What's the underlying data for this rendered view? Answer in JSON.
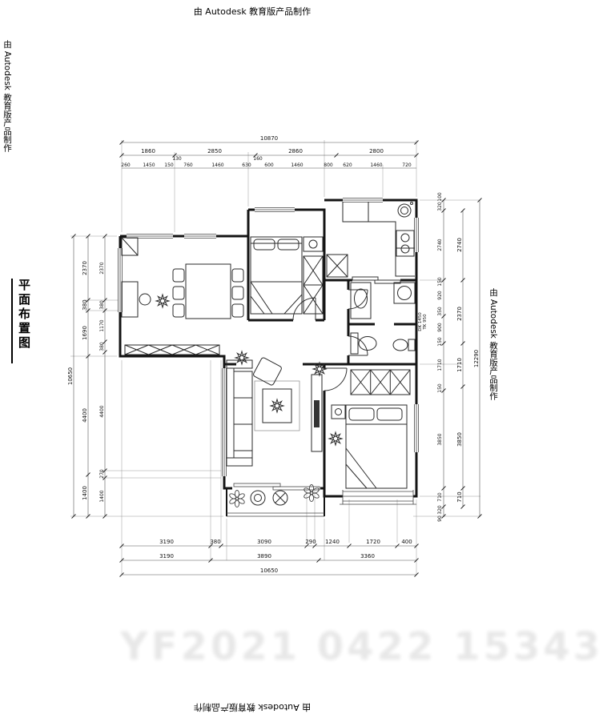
{
  "watermark_text": "由 Autodesk 教育版产品制作",
  "faint_watermark": "YF2021 0422 15343",
  "title_block": {
    "title": "平面布置图"
  },
  "annotations": {
    "bath_note_line1": "DK 1450",
    "bath_note_line2": "TK 950"
  },
  "dimensions": {
    "top": {
      "total": "10870",
      "row2": [
        "1860",
        "2850",
        "2860",
        "2800"
      ],
      "row3": [
        "260",
        "1450",
        "150",
        "130",
        "760",
        "1460",
        "630",
        "160",
        "600",
        "1460",
        "800",
        "620",
        "1460",
        "720"
      ]
    },
    "bottom": {
      "row1": [
        "3190",
        "380",
        "3090",
        "290",
        "1240",
        "1720",
        "400"
      ],
      "row2": [
        "3190",
        "3890",
        "3360"
      ],
      "total": "10650"
    },
    "left": {
      "total": "10650",
      "mid": [
        "2370",
        "380",
        "1690",
        "4400",
        "1400"
      ],
      "inner": [
        "2370",
        "380",
        "1170",
        "380",
        "4400",
        "270",
        "1400"
      ]
    },
    "right": {
      "total": "12290",
      "outer": [
        "2740",
        "2370",
        "1710",
        "3850",
        "710"
      ],
      "inner": [
        "100",
        "320",
        "2740",
        "150",
        "920",
        "350",
        "900",
        "150",
        "1710",
        "150",
        "3850",
        "710",
        "320",
        "90"
      ]
    }
  }
}
